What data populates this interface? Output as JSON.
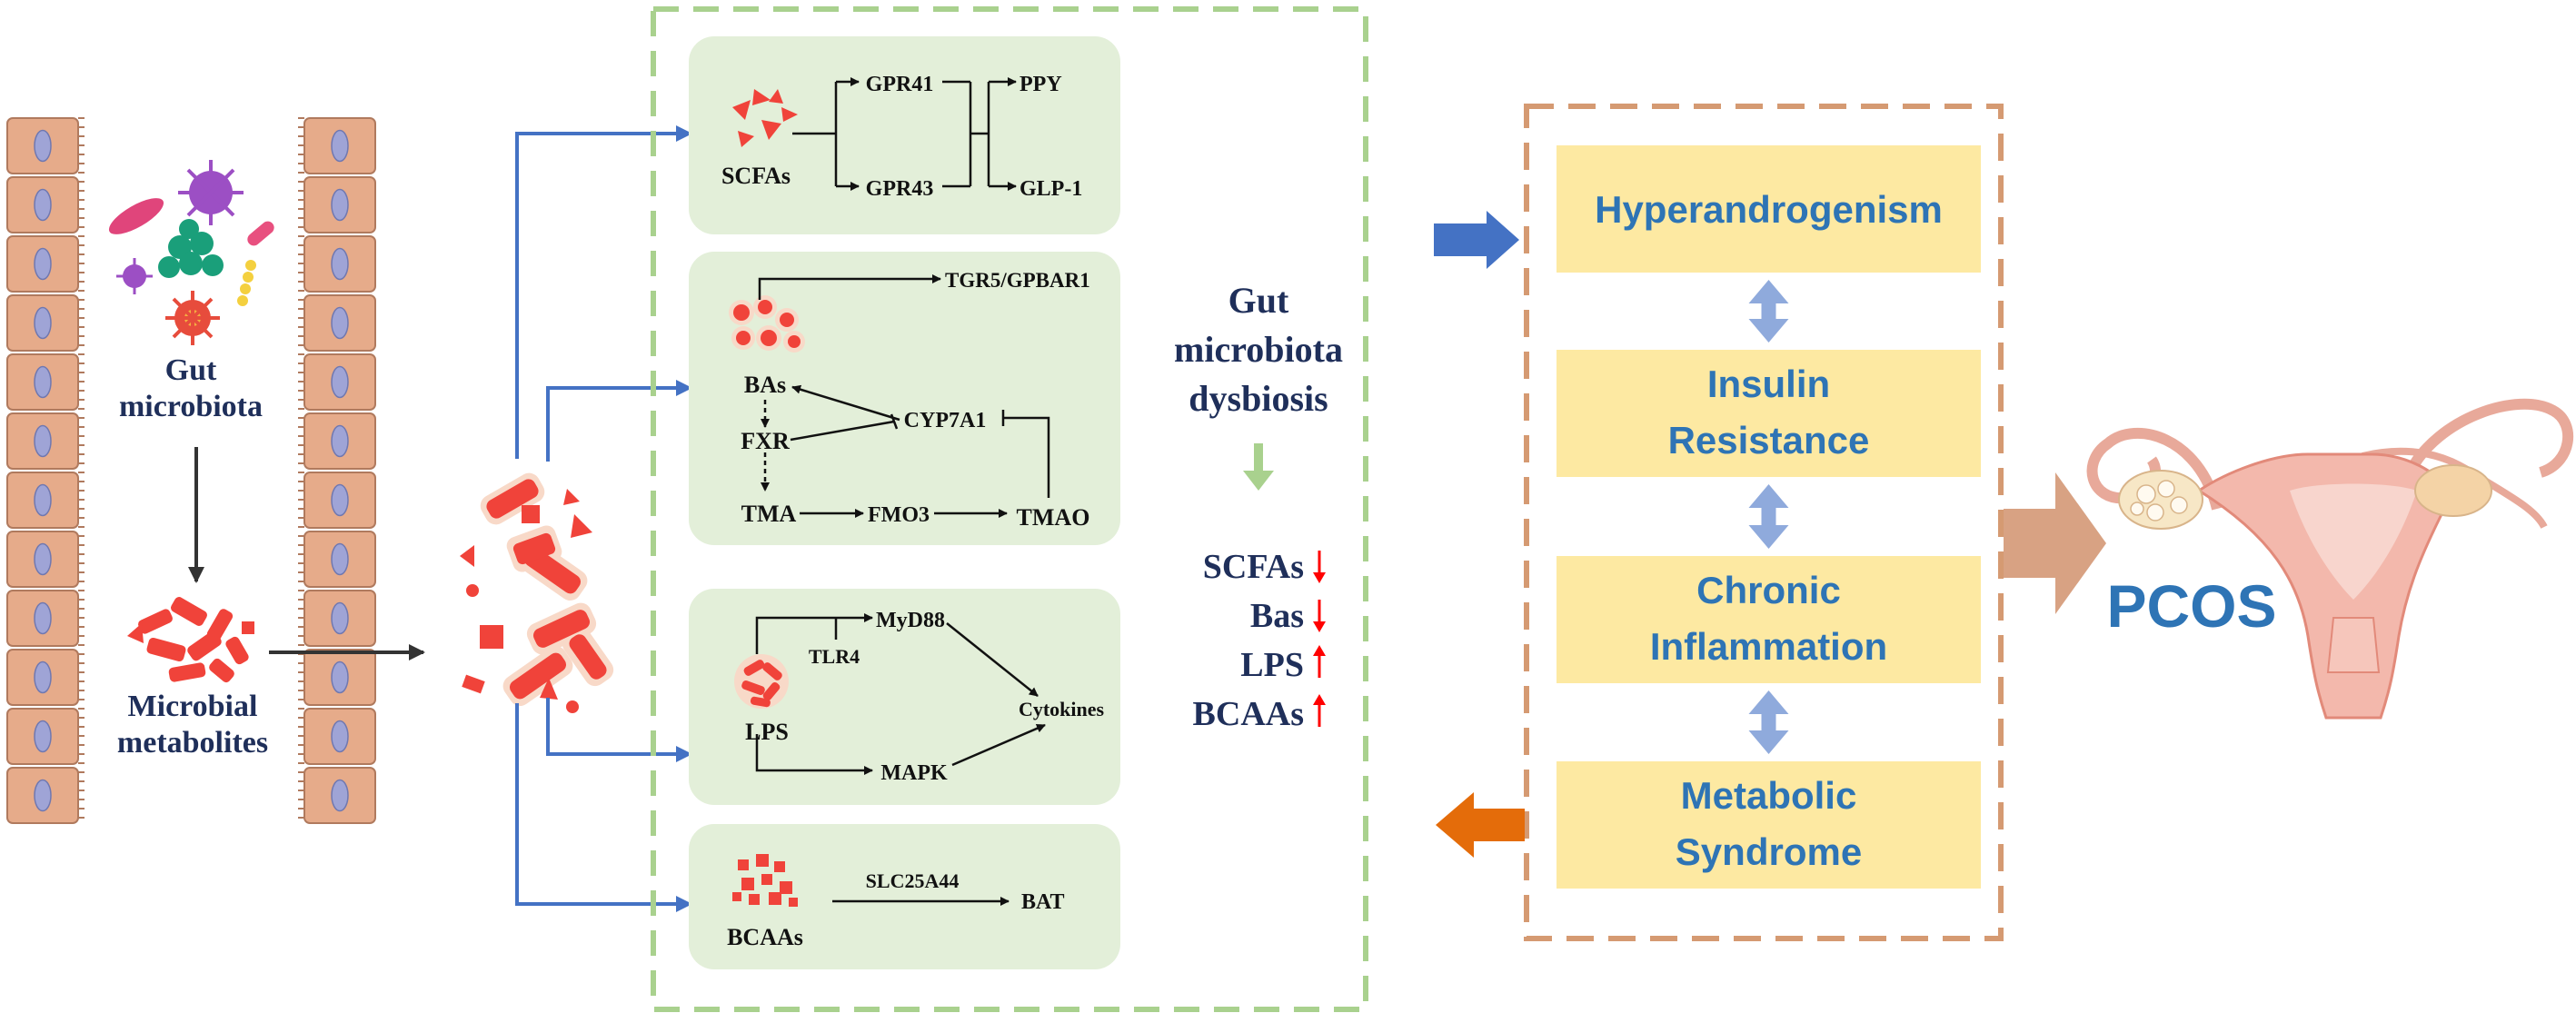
{
  "colors": {
    "cell_fill": "#e6ab8a",
    "cell_stroke": "#b07a5e",
    "nucleus": "#9fa4d6",
    "panel_fill": "#e3efd9",
    "green_dash": "#a9d18e",
    "orange_dash": "#d59a72",
    "blue_arrow": "#4472c4",
    "box_fill": "#fde9a2",
    "box_text": "#2e74b5",
    "double_arrow": "#8faadc",
    "metabolite_red": "#f0433a",
    "pcos_text": "#2e74b5",
    "tan_arrow": "#d8a283",
    "orange_arrow": "#e46c0a",
    "down_green": "#a9d18e",
    "red_arrow": "#ff0000"
  },
  "left": {
    "gut_label": [
      "Gut",
      "microbiota"
    ],
    "metabolites_label": [
      "Microbial",
      "metabolites"
    ]
  },
  "pathways": {
    "scfa": {
      "source": "SCFAs",
      "receptors": [
        "GPR41",
        "GPR43"
      ],
      "targets": [
        "PPY",
        "GLP-1"
      ]
    },
    "ba": {
      "source": "BAs",
      "tgr5": "TGR5/GPBAR1",
      "cyp": "CYP7A1",
      "fxr": "FXR",
      "tma": "TMA",
      "fmo3": "FMO3",
      "tmao": "TMAO"
    },
    "lps": {
      "source": "LPS",
      "myd88": "MyD88",
      "tlr4": "TLR4",
      "cytokines": "Cytokines",
      "mapk": "MAPK"
    },
    "bcaa": {
      "source": "BCAAs",
      "transporter": "SLC25A44",
      "target": "BAT"
    }
  },
  "dysbiosis": {
    "title": [
      "Gut",
      "microbiota",
      "dysbiosis"
    ],
    "items": [
      {
        "label": "SCFAs",
        "direction": "down"
      },
      {
        "label": "Bas",
        "direction": "down"
      },
      {
        "label": "LPS",
        "direction": "up"
      },
      {
        "label": "BCAAs",
        "direction": "up"
      }
    ]
  },
  "conditions": [
    [
      "Hyperandrogenism"
    ],
    [
      "Insulin",
      "Resistance"
    ],
    [
      "Chronic",
      "Inflammation"
    ],
    [
      "Metabolic",
      "Syndrome"
    ]
  ],
  "outcome": "PCOS"
}
